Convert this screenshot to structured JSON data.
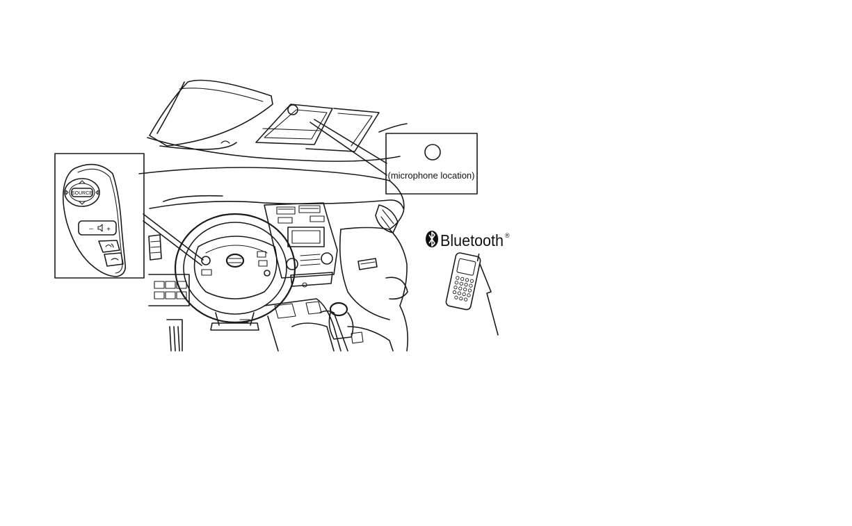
{
  "callouts": {
    "microphone_label": "(microphone location)"
  },
  "switch_panel": {
    "source_label": "SOURCE",
    "volume_minus": "–",
    "volume_plus": "+"
  },
  "bluetooth": {
    "logo_text": "Bluetooth",
    "registered_mark": "®"
  },
  "icons": {
    "microphone": "microphone-icon",
    "bluetooth": "bluetooth-icon",
    "phone": "cellphone-icon",
    "signal": "lightning-signal-icon"
  },
  "colors": {
    "line": "#1a1a1a",
    "background": "#ffffff"
  }
}
